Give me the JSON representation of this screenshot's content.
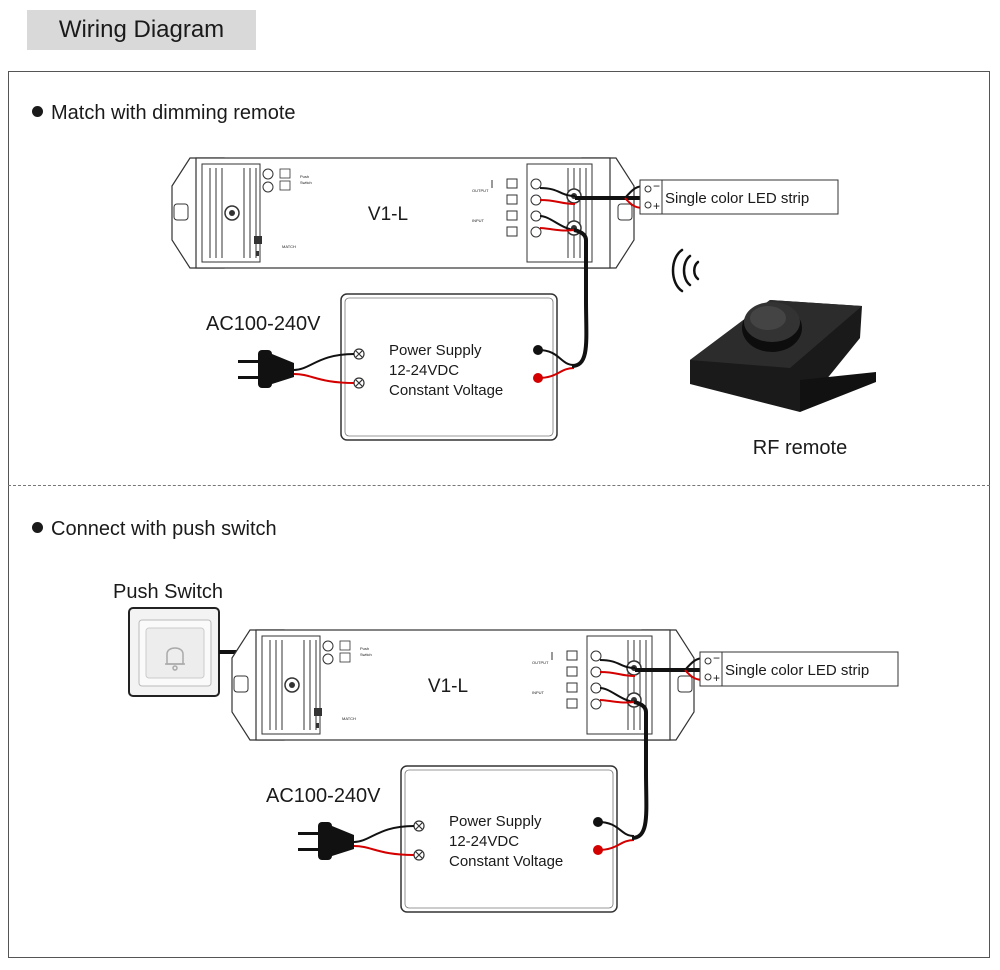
{
  "header": {
    "title": "Wiring Diagram"
  },
  "sections": [
    {
      "heading": "Match with dimming remote",
      "controller_label": "V1-L",
      "led_strip_label": "Single color LED strip",
      "ac_label": "AC100-240V",
      "power_supply": [
        "Power Supply",
        "12-24VDC",
        "Constant Voltage"
      ],
      "remote_label": "RF remote"
    },
    {
      "heading": "Connect with push switch",
      "switch_label": "Push Switch",
      "controller_label": "V1-L",
      "led_strip_label": "Single color LED strip",
      "ac_label": "AC100-240V",
      "power_supply": [
        "Power Supply",
        "12-24VDC",
        "Constant Voltage"
      ]
    }
  ],
  "colors": {
    "wire_red": "#d40000",
    "wire_black": "#111111",
    "tab_bg": "#d9d9d9"
  },
  "icons": [
    "plug-icon",
    "wireless-signal-icon",
    "bell-icon",
    "terminal-icon"
  ]
}
